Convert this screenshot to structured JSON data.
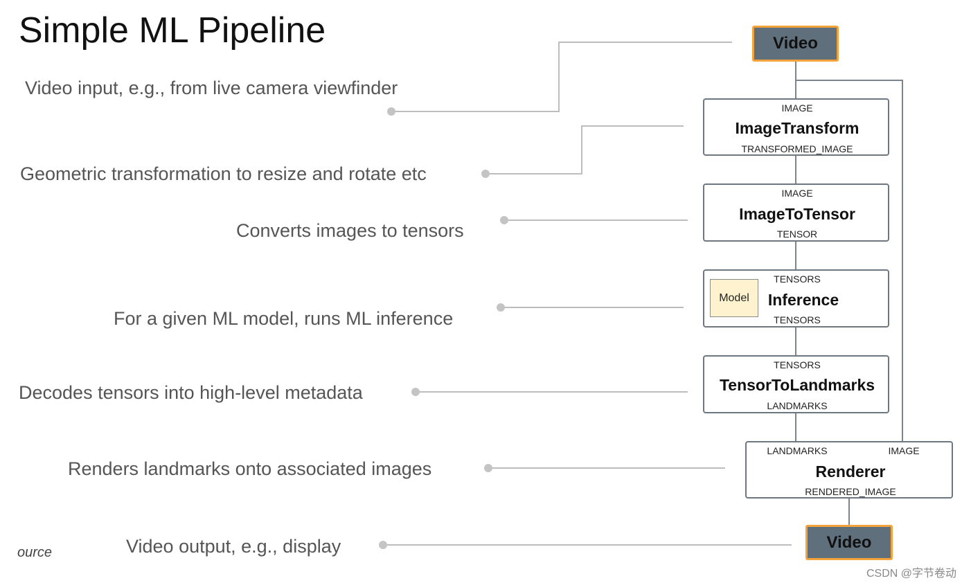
{
  "title": "Simple ML Pipeline",
  "descriptions": {
    "video_input": "Video input, e.g., from live camera viewfinder",
    "geometric": "Geometric transformation to resize and rotate etc",
    "converts": "Converts images to tensors",
    "inference": "For a given ML model, runs ML inference",
    "decodes": "Decodes tensors into high-level metadata",
    "renders": "Renders landmarks onto associated images",
    "video_output": "Video output, e.g., display"
  },
  "nodes": {
    "video_in": {
      "label": "Video"
    },
    "image_transform": {
      "input": "IMAGE",
      "name": "ImageTransform",
      "output": "TRANSFORMED_IMAGE"
    },
    "image_to_tensor": {
      "input": "IMAGE",
      "name": "ImageToTensor",
      "output": "TENSOR"
    },
    "inference": {
      "input": "TENSORS",
      "name": "Inference",
      "output": "TENSORS",
      "model_tag": "Model"
    },
    "tensor_to_landmarks": {
      "input": "TENSORS",
      "name": "TensorToLandmarks",
      "output": "LANDMARKS"
    },
    "renderer": {
      "input_left": "LANDMARKS",
      "input_right": "IMAGE",
      "name": "Renderer",
      "output": "RENDERED_IMAGE"
    },
    "video_out": {
      "label": "Video"
    }
  },
  "footer": {
    "left": "ource",
    "watermark": "CSDN @字节卷动"
  },
  "colors": {
    "video_fill": "#5f6f7b",
    "video_border": "#f3a33a",
    "node_border": "#6d7782",
    "model_fill": "#fff3cf",
    "connector": "#bdbdbd",
    "edge": "#7a848d"
  }
}
